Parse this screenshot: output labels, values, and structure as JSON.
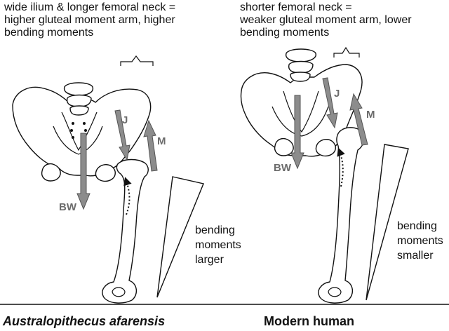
{
  "left": {
    "header": "wide ilium & longer femoral neck =\nhigher gluteal moment arm, higher\nbending moments",
    "bending_label": "bending\nmoments\nlarger",
    "caption": "Australopithecus afarensis",
    "labels": {
      "bw": "BW",
      "j": "J",
      "m": "M"
    }
  },
  "right": {
    "header": "shorter femoral neck =\nweaker gluteal moment arm, lower\nbending moments",
    "bending_label": "bending\nmoments\nsmaller",
    "caption": "Modern human",
    "labels": {
      "bw": "BW",
      "j": "J",
      "m": "M"
    }
  },
  "colors": {
    "arrow_fill": "#8c8c8c",
    "force_label": "#6b6b6b",
    "line": "#111111"
  }
}
